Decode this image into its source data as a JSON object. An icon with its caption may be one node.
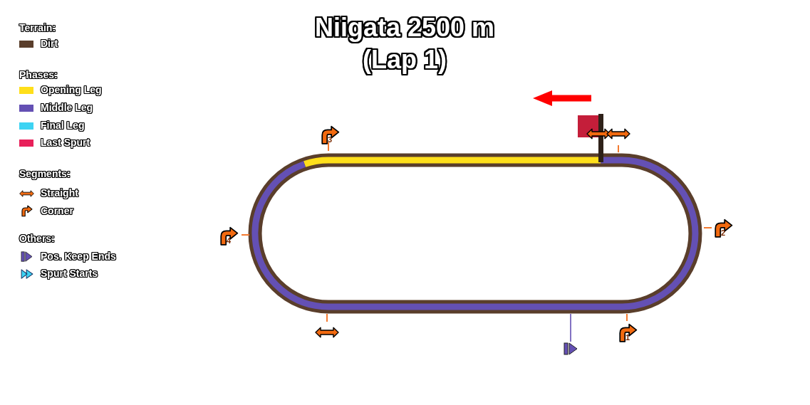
{
  "diagram": {
    "title": "Niigata 2500 m (Lap 1)",
    "labels": [
      "Terrain:",
      "Phases:",
      "Segments:",
      "Others:",
      "3",
      "4",
      "2",
      "1"
    ],
    "legend": [
      {
        "text": "Dirt",
        "color": "#5a3e2b"
      },
      {
        "text": "Opening Leg",
        "color": "#ffdf1a"
      },
      {
        "text": "Middle Leg",
        "color": "#6450b4"
      },
      {
        "text": "Final Leg",
        "color": "#3dd3f3"
      },
      {
        "text": "Last Spurt",
        "color": "#e8205a"
      },
      {
        "text": "Straight"
      },
      {
        "text": "Corner"
      },
      {
        "text": "Pos. Keep Ends"
      },
      {
        "text": "Spurt Starts"
      }
    ]
  }
}
